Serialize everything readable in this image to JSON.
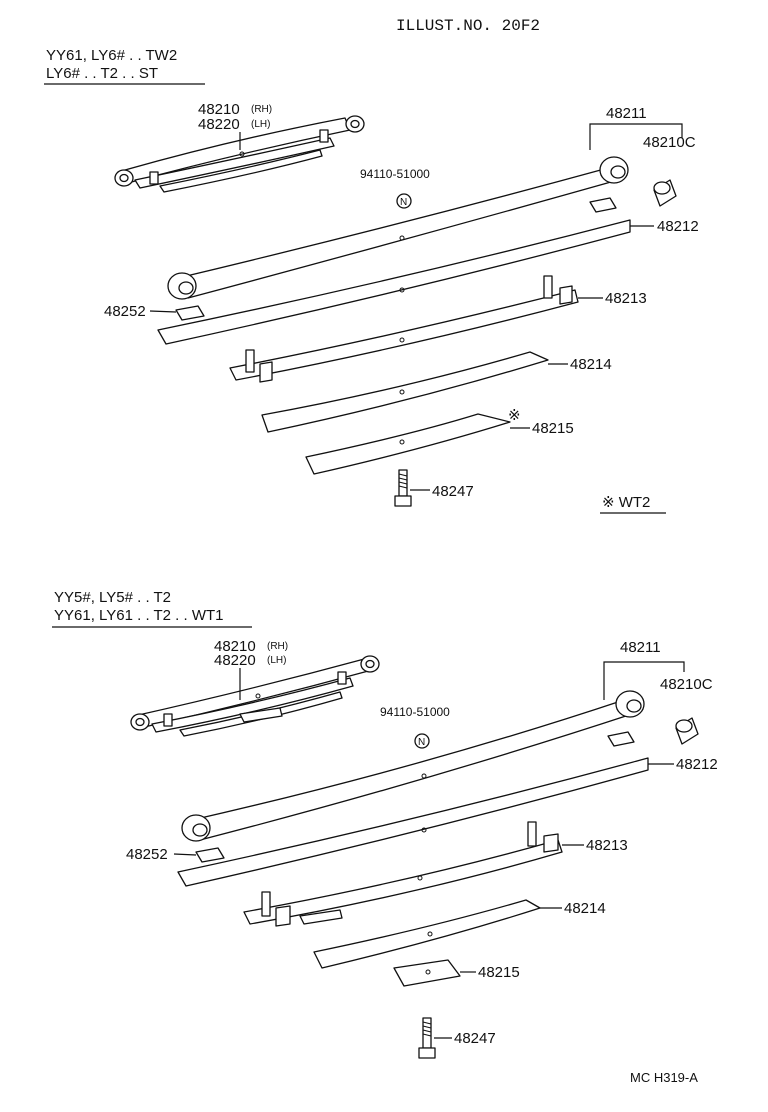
{
  "title": "ILLUST.NO. 20F2",
  "footer": "MC H319-A",
  "top": {
    "header_line1": "YY61, LY6# . . TW2",
    "header_line2": "LY6# . . T2 . . ST",
    "labels": {
      "p48210": "48210",
      "p48210_rh": "(RH)",
      "p48220": "48220",
      "p48220_lh": "(LH)",
      "p48211": "48211",
      "p48210c": "48210C",
      "p94110": "94110-51000",
      "nut_mark": "N",
      "p48212": "48212",
      "p48252": "48252",
      "p48213": "48213",
      "p48214": "48214",
      "p48215": "48215",
      "p48215_mark": "※",
      "p48247": "48247",
      "note": "※ WT2"
    }
  },
  "bottom": {
    "header_line1": "YY5#, LY5# . . T2",
    "header_line2": "YY61, LY61 . . T2 . . WT1",
    "labels": {
      "p48210": "48210",
      "p48210_rh": "(RH)",
      "p48220": "48220",
      "p48220_lh": "(LH)",
      "p48211": "48211",
      "p48210c": "48210C",
      "p94110": "94110-51000",
      "nut_mark": "N",
      "p48212": "48212",
      "p48252": "48252",
      "p48213": "48213",
      "p48214": "48214",
      "p48215": "48215",
      "p48247": "48247"
    }
  }
}
